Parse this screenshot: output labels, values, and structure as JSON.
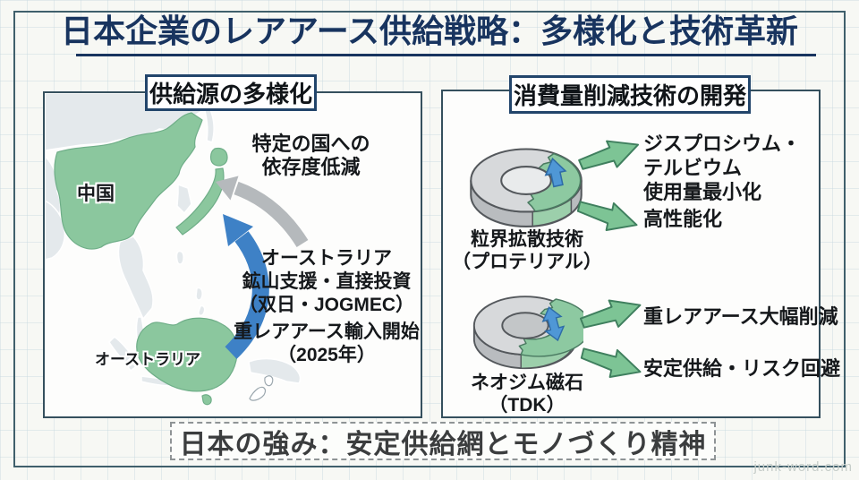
{
  "title": "日本企業のレアアース供給戦略：多様化と技術革新",
  "colors": {
    "title_navy": "#18345f",
    "frame": "#40606c",
    "country_green": "#8bc79e",
    "land_gray": "#e4e9ec",
    "arrow_blue": "#3e81c6",
    "arrow_gray": "#b5b9bc",
    "arrow_green": "#7dc495",
    "magnet_gray": "#d6d8da"
  },
  "left_panel": {
    "header": "供給源の多様化",
    "labels": {
      "china": "中国",
      "australia": "オーストラリア"
    },
    "dependency_lines": [
      "特定の国への",
      "依存度低減"
    ],
    "australia_lines": [
      "オーストラリア",
      "鉱山支援・直接投資",
      "（双日・JOGMEC）"
    ],
    "import_lines": [
      "重レアアース輸入開始",
      "（2025年）"
    ]
  },
  "right_panel": {
    "header": "消費量削減技術の開発",
    "item1": {
      "tech": "粒界拡散技術",
      "company": "（プロテリアル）",
      "outcome1_lines": [
        "ジスプロシウム・",
        "テルビウム",
        "使用量最小化"
      ],
      "outcome2": "高性能化"
    },
    "item2": {
      "tech": "ネオジム磁石",
      "company": "（TDK）",
      "outcome1": "重レアアース大幅削減",
      "outcome2": "安定供給・リスク回避"
    }
  },
  "footer": {
    "banner": "日本の強み：安定供給網とモノづくり精神",
    "watermark": "junk-word.com"
  }
}
